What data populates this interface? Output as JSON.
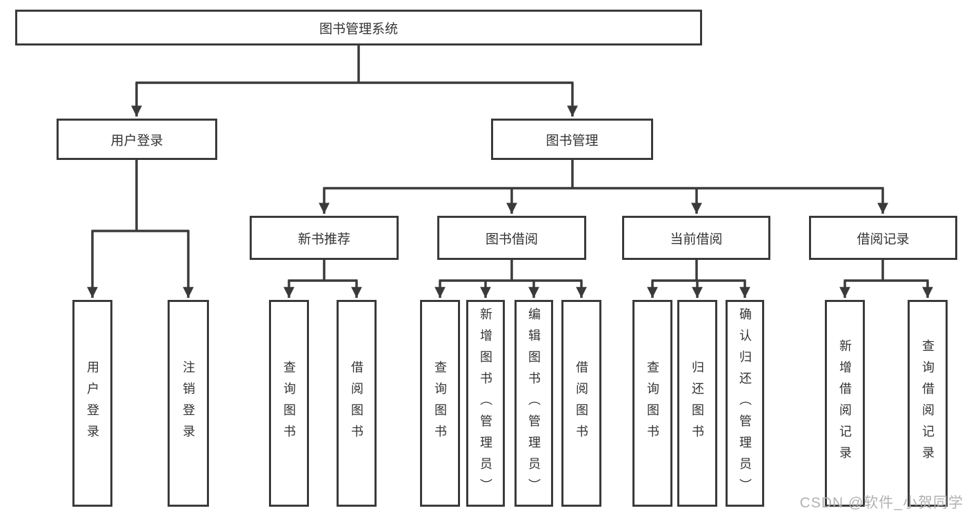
{
  "colors": {
    "line": "#3a3a3a",
    "text": "#333333",
    "background": "#ffffff",
    "watermark": "#b1b1b1"
  },
  "watermark": {
    "text": "CSDN @软件_小贺同学"
  },
  "diagram": {
    "root": {
      "label": "图书管理系统"
    },
    "branches": [
      {
        "label": "用户登录",
        "children": [
          {
            "label": "用户登录"
          },
          {
            "label": "注销登录"
          }
        ]
      },
      {
        "label": "图书管理",
        "children": [
          {
            "label": "新书推荐",
            "children": [
              {
                "label": "查询图书"
              },
              {
                "label": "借阅图书"
              }
            ]
          },
          {
            "label": "图书借阅",
            "children": [
              {
                "label": "查询图书"
              },
              {
                "label": "新增图书（管理员）"
              },
              {
                "label": "编辑图书（管理员）"
              },
              {
                "label": "借阅图书"
              }
            ]
          },
          {
            "label": "当前借阅",
            "children": [
              {
                "label": "查询图书"
              },
              {
                "label": "归还图书"
              },
              {
                "label": "确认归还（管理员）"
              }
            ]
          },
          {
            "label": "借阅记录",
            "children": [
              {
                "label": "新增借阅记录"
              },
              {
                "label": "查询借阅记录"
              }
            ]
          }
        ]
      }
    ]
  }
}
